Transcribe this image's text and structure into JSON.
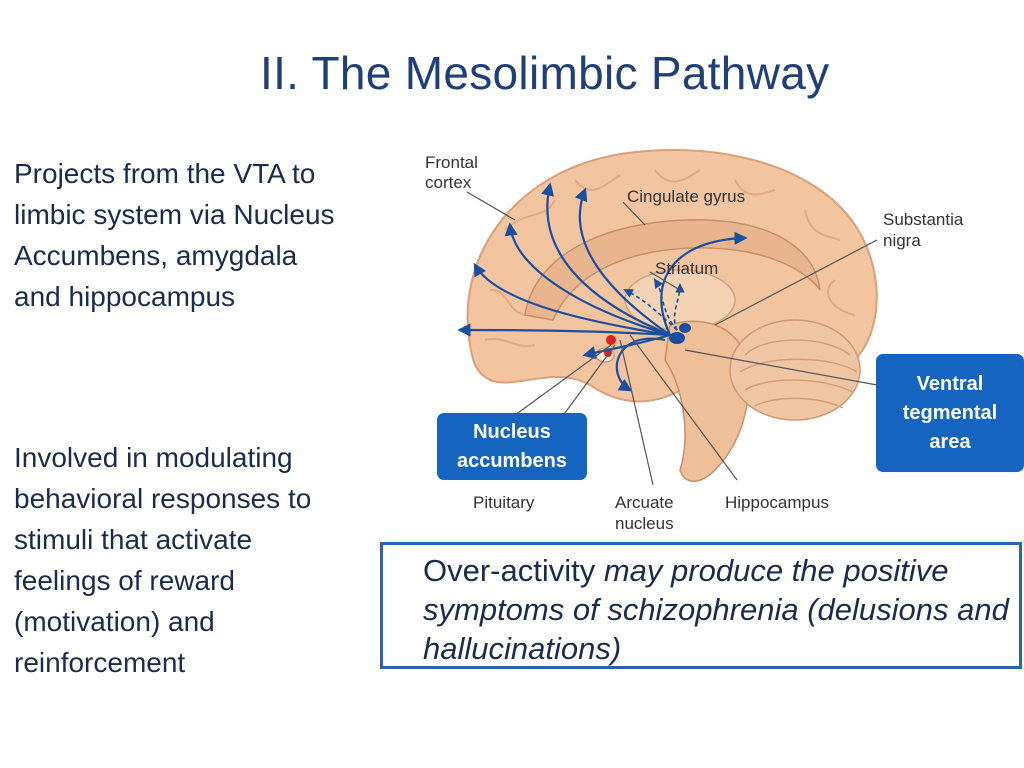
{
  "slide": {
    "title": "II. The Mesolimbic Pathway",
    "bullet1": "Projects from the VTA to\nlimbic system via  Nucleus\nAccumbens, amygdala\nand hippocampus",
    "bullet2": "Involved in modulating\nbehavioral responses to\nstimuli that activate\nfeelings of reward\n(motivation) and\nreinforcement"
  },
  "figure": {
    "labels": {
      "frontal_line1": "Frontal",
      "frontal_line2": "cortex",
      "cingulate": "Cingulate gyrus",
      "substantia_line1": "Substantia",
      "substantia_line2": "nigra",
      "striatum": "Striatum",
      "pituitary": "Pituitary",
      "arcuate_line1": "Arcuate",
      "arcuate_line2": "nucleus",
      "hippocampus": "Hippocampus"
    },
    "badges": {
      "nucleus_accumbens": "Nucleus\naccumbens",
      "ventral_tegmental_area": "Ventral\ntegmental\narea"
    },
    "colors": {
      "pathway": "#1a4fa0",
      "badge": "#1565c0",
      "brain": "#f2c4a0"
    }
  },
  "callout": {
    "lead": "Over-activity ",
    "italic": "may produce the positive symptoms of schizophrenia (delusions and hallucinations)"
  }
}
